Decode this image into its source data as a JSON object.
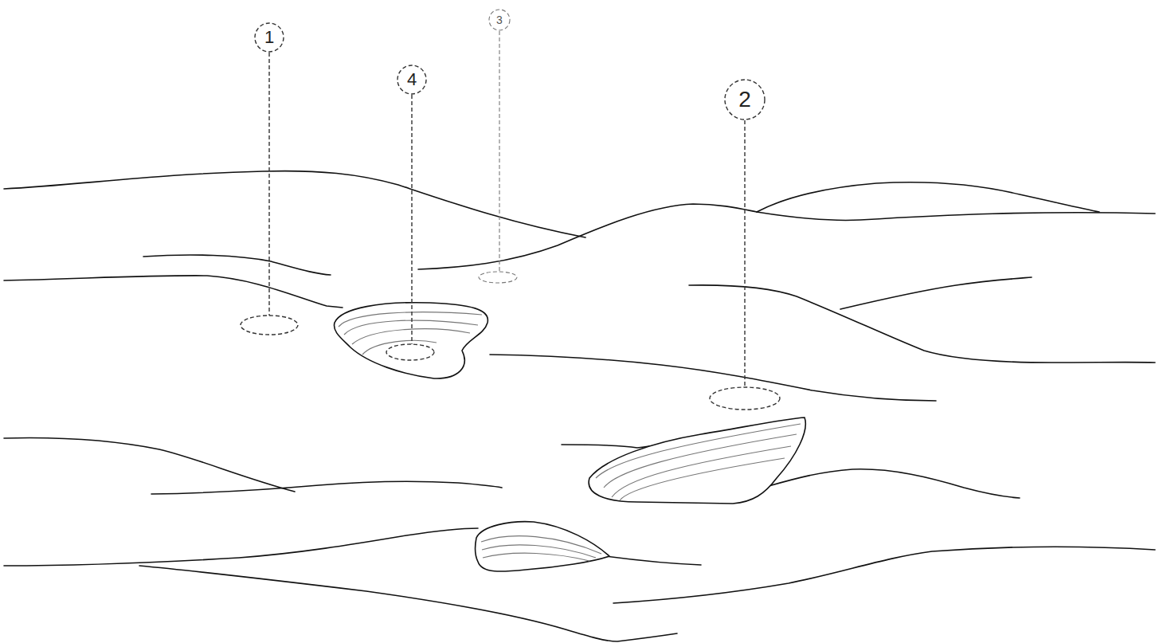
{
  "diagram": {
    "labels": [
      "1",
      "4",
      "3",
      "2"
    ]
  }
}
